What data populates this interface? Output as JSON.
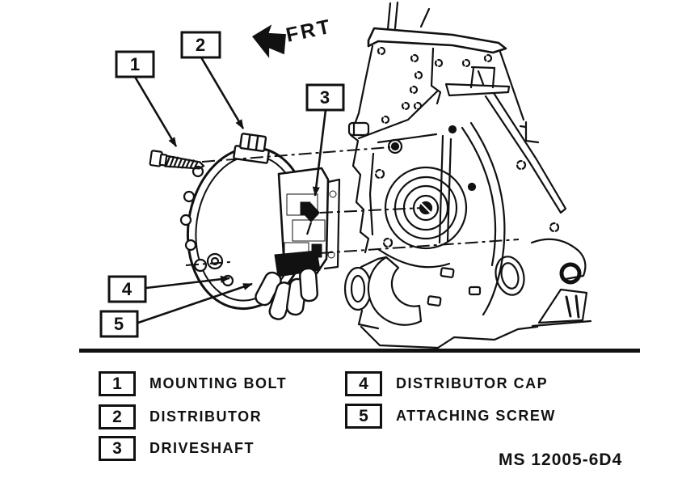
{
  "palette": {
    "ink": "#111111",
    "paper": "#ffffff"
  },
  "diagram": {
    "direction_label": "FRT",
    "callouts": [
      {
        "num": "1"
      },
      {
        "num": "2"
      },
      {
        "num": "3"
      },
      {
        "num": "4"
      },
      {
        "num": "5"
      }
    ]
  },
  "legend": {
    "items": [
      {
        "num": "1",
        "label": "MOUNTING BOLT"
      },
      {
        "num": "2",
        "label": "DISTRIBUTOR"
      },
      {
        "num": "3",
        "label": "DRIVESHAFT"
      },
      {
        "num": "4",
        "label": "DISTRIBUTOR CAP"
      },
      {
        "num": "5",
        "label": "ATTACHING SCREW"
      }
    ]
  },
  "figure_code": "MS 12005-6D4"
}
